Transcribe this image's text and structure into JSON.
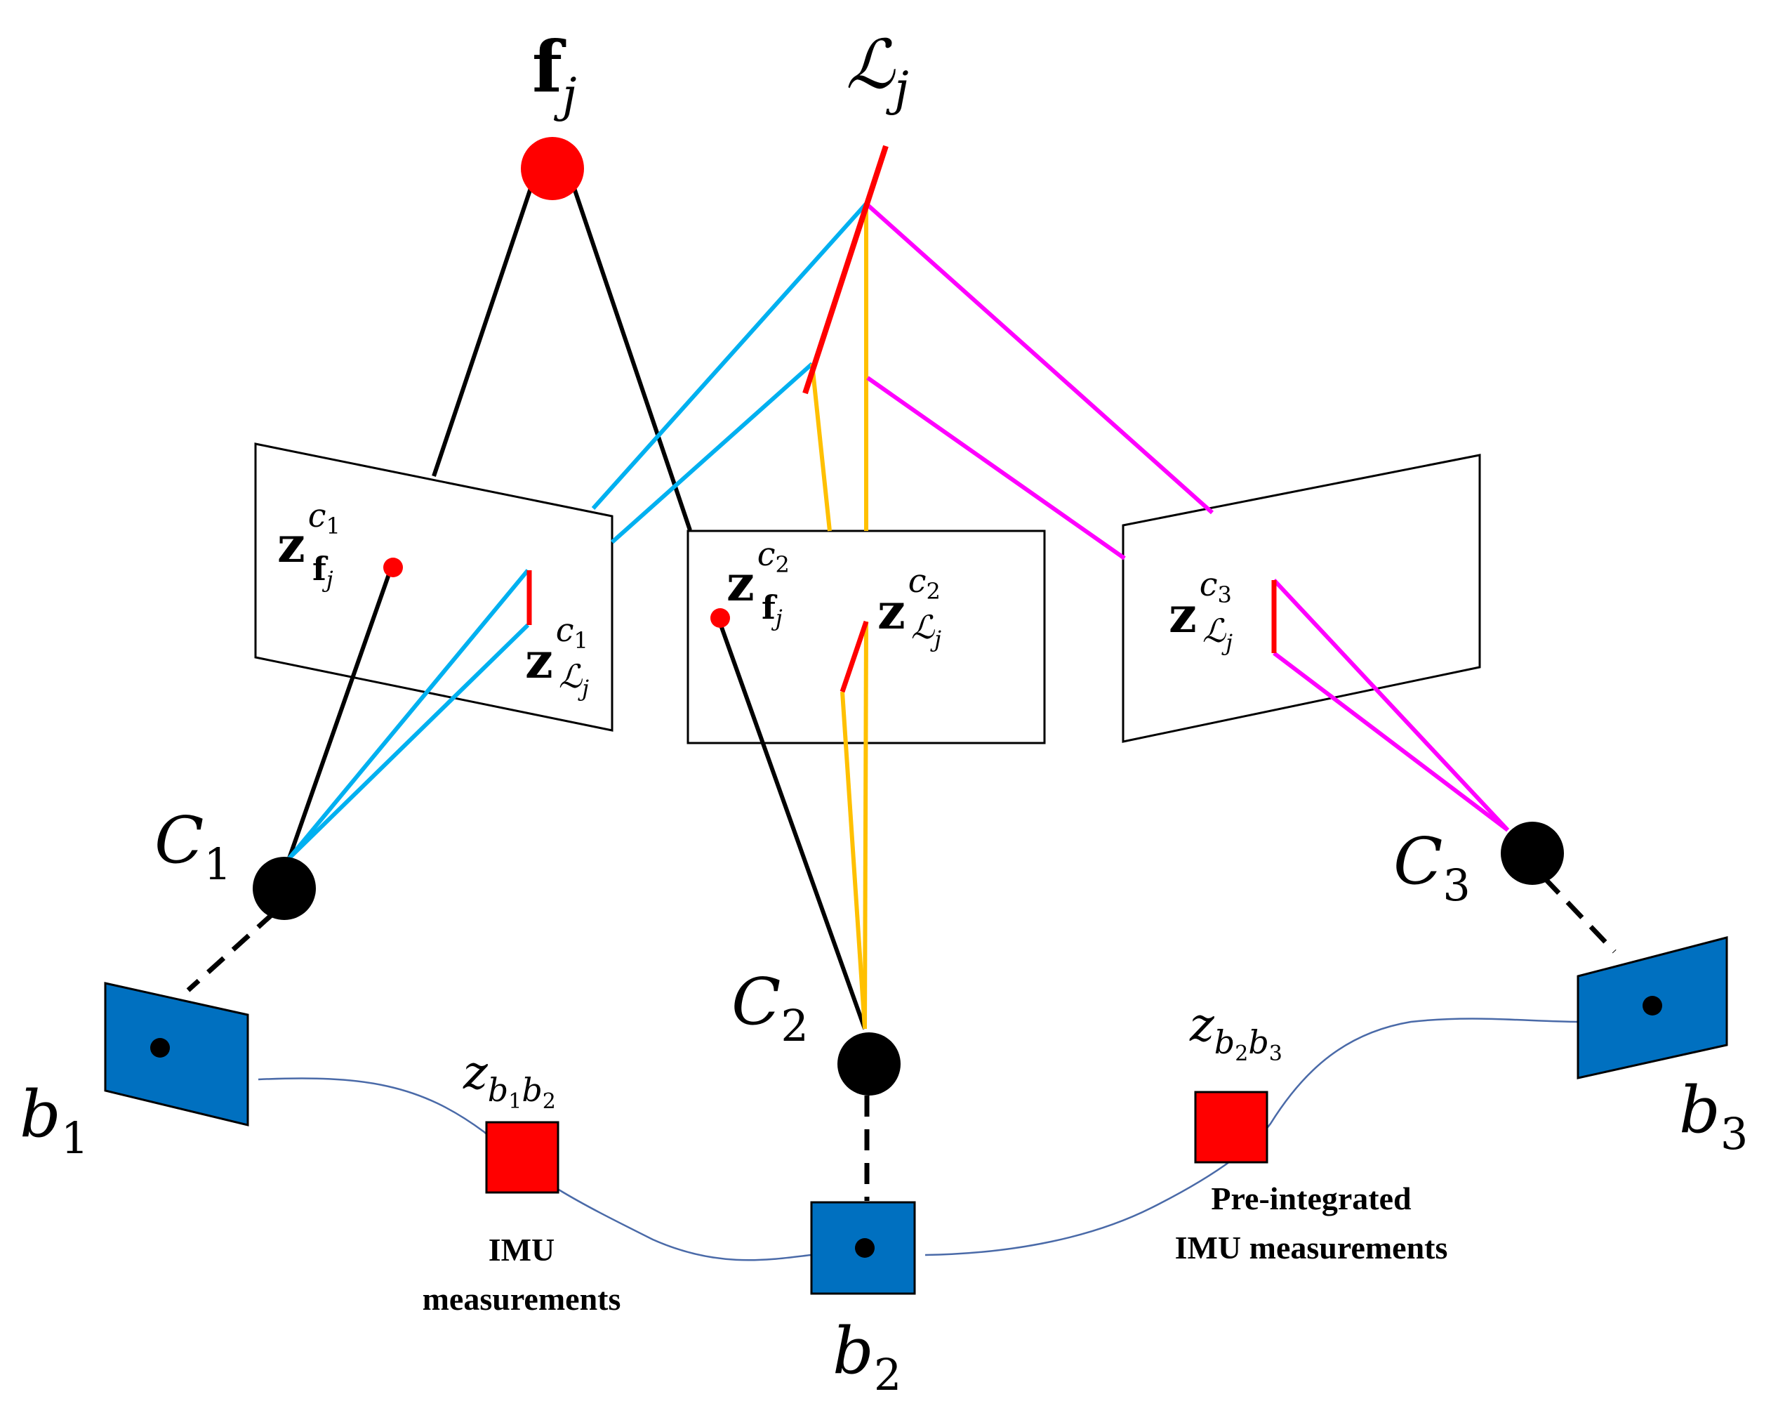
{
  "landmarks": {
    "point": {
      "symbol": "f",
      "subscript": "j"
    },
    "line": {
      "symbol": "ℒ",
      "subscript": "j"
    }
  },
  "cameras": [
    {
      "symbol": "C",
      "subscript": "1"
    },
    {
      "symbol": "C",
      "subscript": "2"
    },
    {
      "symbol": "C",
      "subscript": "3"
    }
  ],
  "bodies": [
    {
      "symbol": "b",
      "subscript": "1"
    },
    {
      "symbol": "b",
      "subscript": "2"
    },
    {
      "symbol": "b",
      "subscript": "3"
    }
  ],
  "image_measurements": {
    "point_c1": {
      "base": "z",
      "sup": "c",
      "sup_sub": "1",
      "sub": "f",
      "sub_sub": "j"
    },
    "line_c1": {
      "base": "z",
      "sup": "c",
      "sup_sub": "1",
      "sub": "ℒ",
      "sub_sub": "j"
    },
    "point_c2": {
      "base": "z",
      "sup": "c",
      "sup_sub": "2",
      "sub": "f",
      "sub_sub": "j"
    },
    "line_c2": {
      "base": "z",
      "sup": "c",
      "sup_sub": "2",
      "sub": "ℒ",
      "sub_sub": "j"
    },
    "line_c3": {
      "base": "z",
      "sup": "c",
      "sup_sub": "3",
      "sub": "ℒ",
      "sub_sub": "j"
    }
  },
  "imu_factors": [
    {
      "base": "z",
      "sub1": "b",
      "sub1_sub": "1",
      "sub2": "b",
      "sub2_sub": "2",
      "caption_line1": "IMU",
      "caption_line2": "measurements"
    },
    {
      "base": "z",
      "sub1": "b",
      "sub1_sub": "2",
      "sub2": "b",
      "sub2_sub": "3",
      "caption_line1": "Pre-integrated",
      "caption_line2": "IMU measurements"
    }
  ],
  "colors": {
    "landmark_point": "#ff0000",
    "landmark_line": "#ff0000",
    "camera_center": "#000000",
    "point_rays": "#000000",
    "c1_line_rays": "#00b0f0",
    "c2_line_rays": "#ffc000",
    "c3_line_rays": "#ff00ff",
    "body_frame": "#0070c0",
    "imu_factor": "#ff0000",
    "imu_curve": "#4a6aa8"
  }
}
